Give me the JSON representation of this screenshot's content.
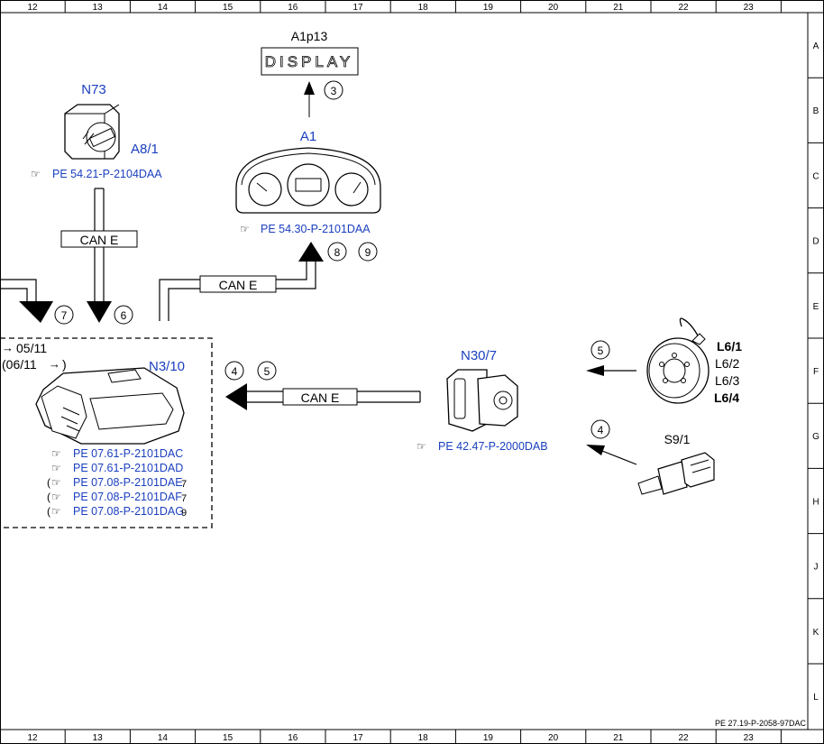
{
  "grid": {
    "columns": [
      "12",
      "13",
      "14",
      "15",
      "16",
      "17",
      "18",
      "19",
      "20",
      "21",
      "22",
      "23"
    ],
    "rows": [
      "A",
      "B",
      "C",
      "D",
      "E",
      "F",
      "G",
      "H",
      "J",
      "K",
      "L"
    ]
  },
  "doc_ref": "PE 27.19-P-2058-97DAC",
  "components": {
    "display": {
      "label": "A1p13",
      "text": "DISPLAY"
    },
    "cluster": {
      "label": "A1",
      "ref": "PE 54.30-P-2101DAA"
    },
    "ignition": {
      "label": "N73",
      "sub": "A8/1",
      "ref": "PE 54.21-P-2104DAA"
    },
    "ecu": {
      "label": "N3/10",
      "note1": "05/11",
      "note2": "(06/11",
      "note2_end": ")",
      "refs": [
        "PE 07.61-P-2101DAC",
        "PE 07.61-P-2101DAD",
        "PE 07.08-P-2101DAE",
        "PE 07.08-P-2101DAF",
        "PE 07.08-P-2101DAG"
      ],
      "ref_suffixes": [
        "",
        "",
        "7",
        "7",
        "9"
      ]
    },
    "esp": {
      "label": "N30/7",
      "ref": "PE 42.47-P-2000DAB"
    },
    "wheel": {
      "labels": [
        "L6/1",
        "L6/2",
        "L6/3",
        "L6/4"
      ]
    },
    "brake_switch": {
      "label": "S9/1"
    }
  },
  "can_labels": {
    "left": "CAN E",
    "middle": "CAN E",
    "bottom": "CAN E"
  },
  "markers": {
    "m3": "3",
    "m8": "8",
    "m9": "9",
    "m7": "7",
    "m6": "6",
    "m4a": "4",
    "m5a": "5",
    "m5b": "5",
    "m4b": "4"
  }
}
